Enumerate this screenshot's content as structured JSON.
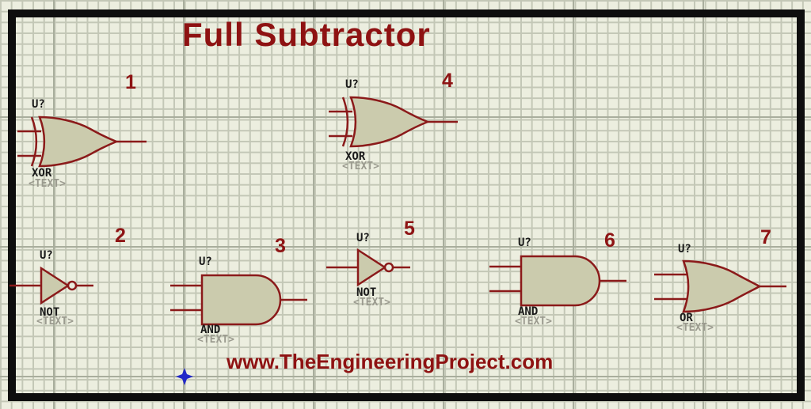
{
  "title": "Full Subtractor",
  "watermark": "www.TheEngineeringProject.com",
  "colors": {
    "accent_red": "#8e1212",
    "gate_outline": "#8b1a1a",
    "gate_fill": "#cbcbad",
    "grid_background": "#eceedf",
    "grid_line_minor": "#c3c7b6",
    "grid_line_major": "#a9ae9d",
    "frame_black": "#0e0e0e",
    "marker_blue": "#2228c8",
    "placeholder_gray": "#9b9b8f",
    "label_black": "#1a1a1a"
  },
  "gates": [
    {
      "number": "1",
      "ref": "U?",
      "type": "XOR",
      "placeholder": "<TEXT>"
    },
    {
      "number": "2",
      "ref": "U?",
      "type": "NOT",
      "placeholder": "<TEXT>"
    },
    {
      "number": "3",
      "ref": "U?",
      "type": "AND",
      "placeholder": "<TEXT>"
    },
    {
      "number": "4",
      "ref": "U?",
      "type": "XOR",
      "placeholder": "<TEXT>"
    },
    {
      "number": "5",
      "ref": "U?",
      "type": "NOT",
      "placeholder": "<TEXT>"
    },
    {
      "number": "6",
      "ref": "U?",
      "type": "AND",
      "placeholder": "<TEXT>"
    },
    {
      "number": "7",
      "ref": "U?",
      "type": "OR",
      "placeholder": "<TEXT>"
    }
  ]
}
